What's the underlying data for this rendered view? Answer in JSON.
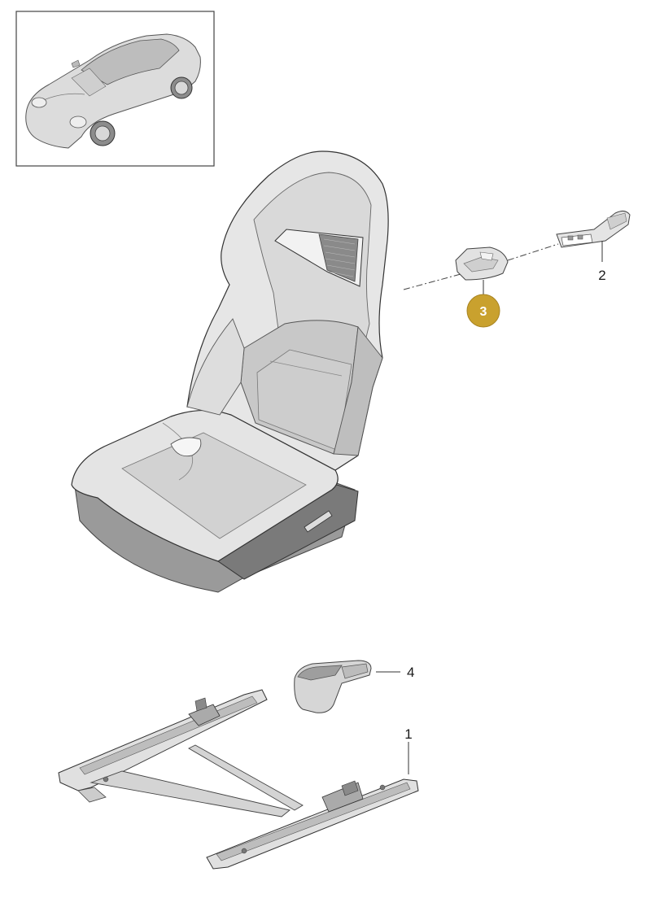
{
  "colors": {
    "highlight": "#c9a12e",
    "part_fill": "#e7e7e7",
    "part_shade": "#cfcfcf",
    "part_dark": "#6a6a6a",
    "line": "#333333"
  },
  "icons": {
    "vehicle": "car-thumbnail-icon",
    "seat": "sports-seat-icon",
    "part_2": "belt-guide-bracket-icon",
    "part_3": "belt-guide-cover-icon",
    "part_4": "seat-trim-cover-icon",
    "part_1": "seat-rail-frame-icon"
  },
  "callouts": {
    "part_1": "1",
    "part_2": "2",
    "part_3": "3",
    "part_4": "4"
  },
  "highlighted_part": "3"
}
